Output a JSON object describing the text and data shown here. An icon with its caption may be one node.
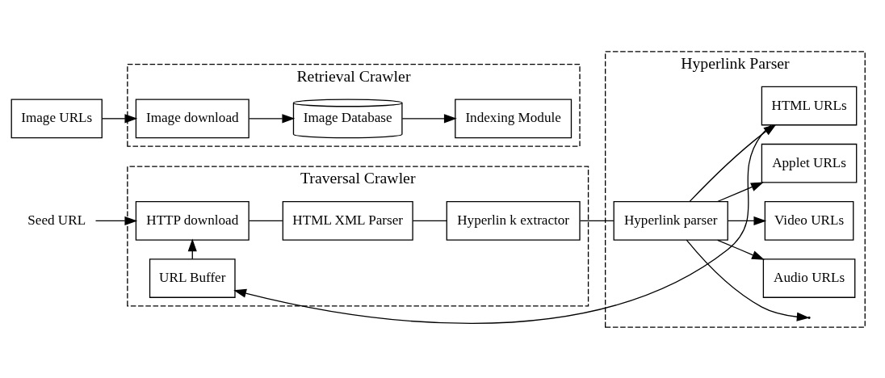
{
  "diagram": {
    "nodes": [
      {
        "text": [
          "Traversal Crawler"
        ]
      },
      {
        "text": [
          "Seed URL"
        ]
      },
      {
        "text": [
          "HTTP download"
        ],
        "in": 0
      },
      {
        "text": [
          "HTML XML Parser"
        ],
        "in": 0
      },
      {
        "text": [
          "Hyperlin k extractor"
        ],
        "in": 0
      },
      {
        "text": [
          "URL Buffer"
        ],
        "in": 0
      },
      {
        "text": [
          "Image URLs"
        ]
      },
      {
        "text": [
          "Hyperlink Parser"
        ]
      },
      {
        "text": [
          "Hyperlink parser"
        ],
        "in": 7
      },
      {
        "text": [
          "Audio URLs"
        ],
        "in": 7
      },
      {
        "text": [
          "Video URLs"
        ],
        "in": 7
      },
      {
        "text": [
          "Applet URLs"
        ],
        "in": 7
      },
      {
        "text": [
          "HTML URLs"
        ],
        "in": 7
      },
      {
        "text": [
          "Retrieval Crawler"
        ]
      },
      {
        "text": [
          "Image download"
        ],
        "in": 13
      },
      {
        "text": [
          "Image Database"
        ],
        "in": 13
      },
      {
        "text": [
          "Indexing Module"
        ],
        "in": 13
      }
    ],
    "edges": [
      {
        "from": 1,
        "to": 2,
        "arrow": "to"
      },
      {
        "from": 2,
        "to": 3,
        "arrow": "none"
      },
      {
        "from": 3,
        "to": 4,
        "arrow": "none"
      },
      {
        "from": 4,
        "to": 8,
        "arrow": "none"
      },
      {
        "from": 8,
        "to": 7,
        "arrow": "to"
      },
      {
        "from": 8,
        "to": 9,
        "arrow": "to"
      },
      {
        "from": 8,
        "to": 10,
        "arrow": "to"
      },
      {
        "from": 8,
        "to": 11,
        "arrow": "to"
      },
      {
        "from": 8,
        "to": 12,
        "arrow": "to"
      },
      {
        "from": 6,
        "to": 14,
        "arrow": "to"
      },
      {
        "from": 12,
        "to": 5,
        "arrow": "to"
      },
      {
        "from": 5,
        "to": 2,
        "arrow": "to"
      },
      {
        "from": 14,
        "to": 15,
        "arrow": "to"
      },
      {
        "from": 15,
        "to": 16,
        "arrow": "to"
      }
    ]
  }
}
